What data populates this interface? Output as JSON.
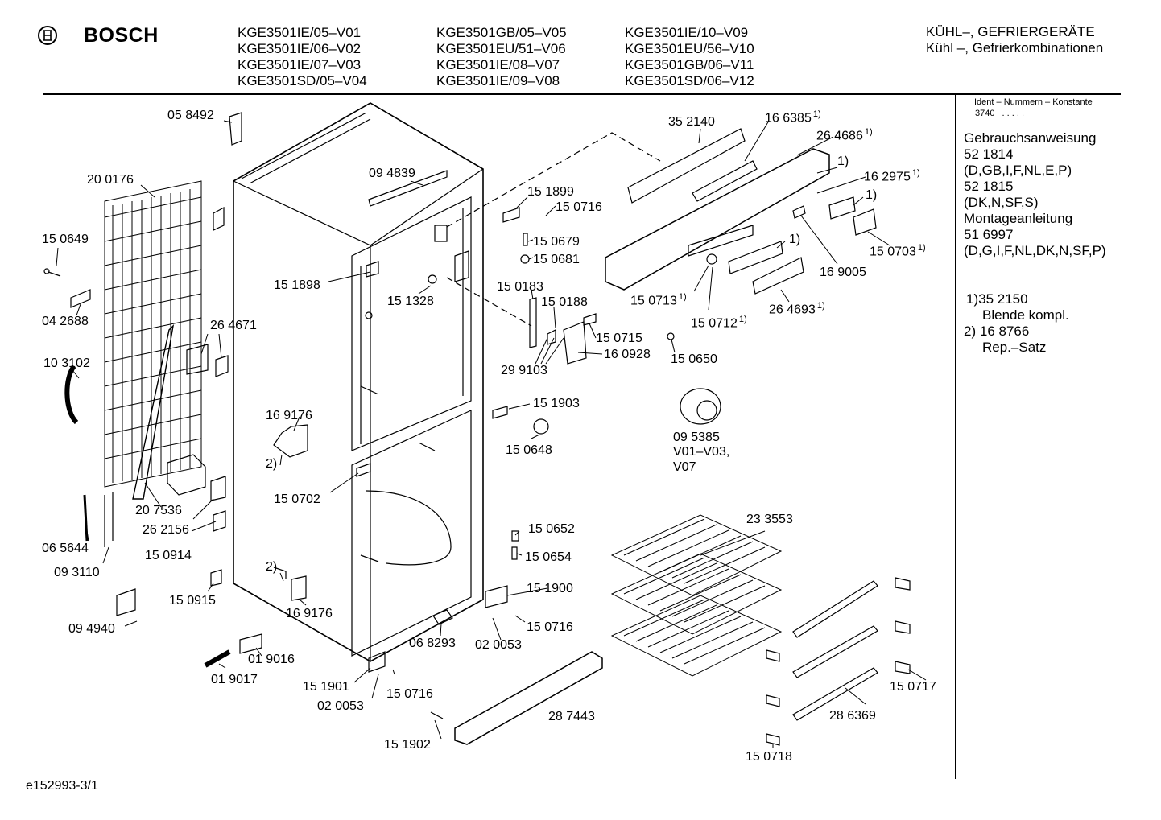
{
  "brand": {
    "name": "BOSCH"
  },
  "models": [
    [
      "KGE3501IE/05–V01",
      "KGE3501IE/06–V02",
      "KGE3501IE/07–V03",
      "KGE3501SD/05–V04"
    ],
    [
      "KGE3501GB/05–V05",
      "KGE3501EU/51–V06",
      "KGE3501IE/08–V07",
      "KGE3501IE/09–V08"
    ],
    [
      "KGE3501IE/10–V09",
      "KGE3501EU/56–V10",
      "KGE3501GB/06–V11",
      "KGE3501SD/06–V12"
    ]
  ],
  "category": {
    "line1": "KÜHL–, GEFRIERGERÄTE",
    "line2": "Kühl –, Gefrierkombinationen"
  },
  "sidebar": {
    "ident_title": "Ident – Nummern – Konstante",
    "ident_value": "3740",
    "ident_dots": ". . . . .",
    "lines": [
      "Gebrauchsanweisung",
      "52 1814",
      "(D,GB,I,F,NL,E,P)",
      "52 1815",
      "(DK,N,SF,S)",
      "Montageanleitung",
      "51 6997",
      "(D,G,I,F,NL,DK,N,SF,P)"
    ],
    "notes": [
      {
        "mark": "1)",
        "number": "35 2150",
        "text": "Blende kompl."
      },
      {
        "mark": "2)",
        "number": "16 8766",
        "text": "Rep.–Satz"
      }
    ]
  },
  "footer": {
    "code": "e152993-3/1"
  },
  "parts": [
    {
      "id": "p1",
      "label": "05 8492",
      "sup": ""
    },
    {
      "id": "p2",
      "label": "20 0176",
      "sup": ""
    },
    {
      "id": "p3",
      "label": "15 0649",
      "sup": ""
    },
    {
      "id": "p4",
      "label": "04 2688",
      "sup": ""
    },
    {
      "id": "p5",
      "label": "26 4671",
      "sup": ""
    },
    {
      "id": "p6",
      "label": "10 3102",
      "sup": ""
    },
    {
      "id": "p7",
      "label": "20 7536",
      "sup": ""
    },
    {
      "id": "p8",
      "label": "26 2156",
      "sup": ""
    },
    {
      "id": "p9",
      "label": "15 0914",
      "sup": ""
    },
    {
      "id": "p10",
      "label": "06 5644",
      "sup": ""
    },
    {
      "id": "p11",
      "label": "09 3110",
      "sup": ""
    },
    {
      "id": "p12",
      "label": "15 0915",
      "sup": ""
    },
    {
      "id": "p13",
      "label": "09 4940",
      "sup": ""
    },
    {
      "id": "p14",
      "label": "01 9016",
      "sup": ""
    },
    {
      "id": "p15",
      "label": "01 9017",
      "sup": ""
    },
    {
      "id": "p16",
      "label": "09 4839",
      "sup": ""
    },
    {
      "id": "p17",
      "label": "15 1898",
      "sup": ""
    },
    {
      "id": "p18",
      "label": "15 1328",
      "sup": ""
    },
    {
      "id": "p19",
      "label": "16 9176",
      "sup": ""
    },
    {
      "id": "p20",
      "label": "2)",
      "sup": ""
    },
    {
      "id": "p21",
      "label": "15 0702",
      "sup": ""
    },
    {
      "id": "p22",
      "label": "2)",
      "sup": ""
    },
    {
      "id": "p23",
      "label": "16 9176",
      "sup": ""
    },
    {
      "id": "p24",
      "label": "15 1901",
      "sup": ""
    },
    {
      "id": "p25",
      "label": "02 0053",
      "sup": ""
    },
    {
      "id": "p26",
      "label": "15 0716",
      "sup": ""
    },
    {
      "id": "p27",
      "label": "06 8293",
      "sup": ""
    },
    {
      "id": "p28",
      "label": "02 0053",
      "sup": ""
    },
    {
      "id": "p29",
      "label": "15 0716",
      "sup": ""
    },
    {
      "id": "p30",
      "label": "15 1900",
      "sup": ""
    },
    {
      "id": "p31",
      "label": "15 0652",
      "sup": ""
    },
    {
      "id": "p32",
      "label": "15 0654",
      "sup": ""
    },
    {
      "id": "p33",
      "label": "15 1902",
      "sup": ""
    },
    {
      "id": "p34",
      "label": "28 7443",
      "sup": ""
    },
    {
      "id": "p35",
      "label": "15 1899",
      "sup": ""
    },
    {
      "id": "p36",
      "label": "15 0716",
      "sup": ""
    },
    {
      "id": "p37",
      "label": "15 0679",
      "sup": ""
    },
    {
      "id": "p38",
      "label": "15 0681",
      "sup": ""
    },
    {
      "id": "p39",
      "label": "15 0183",
      "sup": ""
    },
    {
      "id": "p40",
      "label": "15 0188",
      "sup": ""
    },
    {
      "id": "p41",
      "label": "29 9103",
      "sup": ""
    },
    {
      "id": "p42",
      "label": "15 0715",
      "sup": ""
    },
    {
      "id": "p43",
      "label": "16 0928",
      "sup": ""
    },
    {
      "id": "p44",
      "label": "15 0650",
      "sup": ""
    },
    {
      "id": "p45",
      "label": "15 1903",
      "sup": ""
    },
    {
      "id": "p46",
      "label": "15 0648",
      "sup": ""
    },
    {
      "id": "p47",
      "label": "35 2140",
      "sup": ""
    },
    {
      "id": "p48",
      "label": "16 6385",
      "sup": "1)"
    },
    {
      "id": "p49",
      "label": "26 4686",
      "sup": "1)"
    },
    {
      "id": "p50",
      "label": "1)",
      "sup": ""
    },
    {
      "id": "p51",
      "label": "16 2975",
      "sup": "1)"
    },
    {
      "id": "p52",
      "label": "1)",
      "sup": ""
    },
    {
      "id": "p53",
      "label": "15 0703",
      "sup": "1)"
    },
    {
      "id": "p54",
      "label": "1)",
      "sup": ""
    },
    {
      "id": "p55",
      "label": "16 9005",
      "sup": ""
    },
    {
      "id": "p56",
      "label": "15 0713",
      "sup": "1)"
    },
    {
      "id": "p57",
      "label": "15 0712",
      "sup": "1)"
    },
    {
      "id": "p58",
      "label": "26 4693",
      "sup": "1)"
    },
    {
      "id": "p59",
      "label": "09 5385",
      "sup": ""
    },
    {
      "id": "p60",
      "label": "V01–V03,",
      "sup": ""
    },
    {
      "id": "p61",
      "label": "V07",
      "sup": ""
    },
    {
      "id": "p62",
      "label": "23 3553",
      "sup": ""
    },
    {
      "id": "p63",
      "label": "15 0717",
      "sup": ""
    },
    {
      "id": "p64",
      "label": "28 6369",
      "sup": ""
    },
    {
      "id": "p65",
      "label": "15 0718",
      "sup": ""
    }
  ]
}
